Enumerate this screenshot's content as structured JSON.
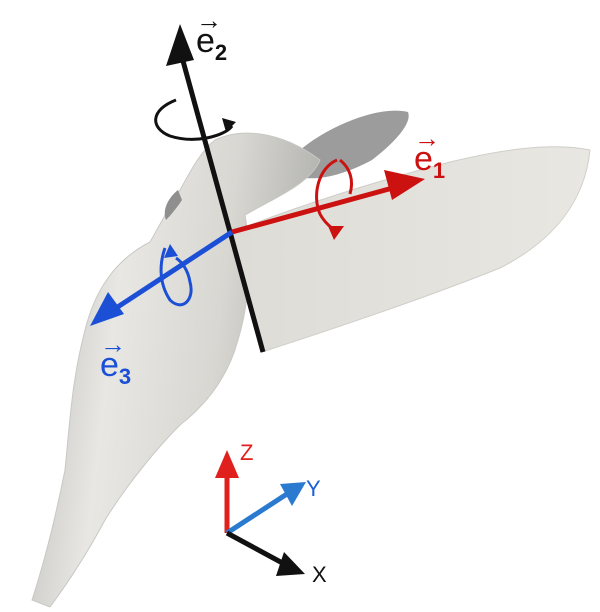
{
  "vectors": {
    "e1": {
      "symbol": "e",
      "index": "1",
      "arrow": "→",
      "color": "#cc1111"
    },
    "e2": {
      "symbol": "e",
      "index": "2",
      "arrow": "→",
      "color": "#111111"
    },
    "e3": {
      "symbol": "e",
      "index": "3",
      "arrow": "→",
      "color": "#1a4fd6"
    }
  },
  "triad": {
    "z": {
      "label": "Z",
      "color": "#e0201c"
    },
    "y": {
      "label": "Y",
      "color": "#1b5fd8"
    },
    "x": {
      "label": "X",
      "color": "#111111"
    }
  },
  "colors": {
    "body": "#dcdcd8",
    "wing": "#e6e5e0",
    "far_wing": "#9a9a9a",
    "y_arrow": "#2a7bd0"
  }
}
